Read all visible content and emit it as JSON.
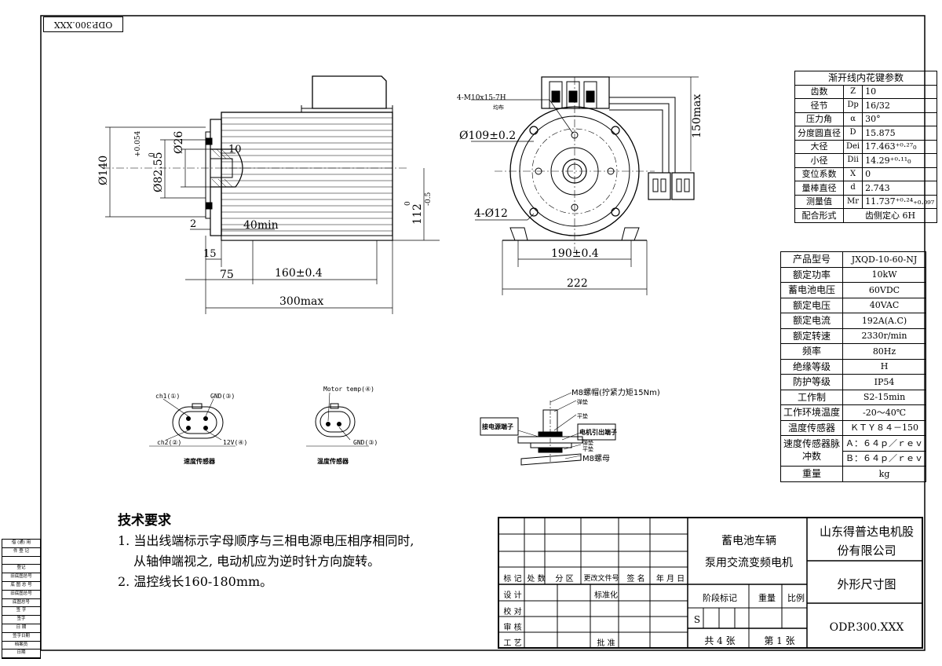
{
  "drawing_code_rotated": "ODP.300.XXX",
  "dims": {
    "d140": "Ø140",
    "d26": "Ø26",
    "d82": "Ø82.55",
    "d82_tol_upper": "+0.054",
    "d82_tol_lower": "0",
    "ten": "10",
    "forty": "40min",
    "two": "2",
    "fifteen": "15",
    "seventy_five": "75",
    "one_sixty": "160±0.4",
    "three_hundred": "300max",
    "one_twelve": "112",
    "one_twelve_tol_upper": "0",
    "one_twelve_tol_lower": "-0.5",
    "bolts": "4-M10x15-7H",
    "bolts_sub": "均布",
    "d109": "Ø109±0.2",
    "holes": "4-Ø12",
    "one_ninety": "190±0.4",
    "two_twenty_two": "222",
    "one_fifty": "150max"
  },
  "connectors": {
    "left": {
      "ch1": "ch1(①)",
      "gnd": "GND(③)",
      "ch2": "ch2(②)",
      "v12": "12V(④)",
      "caption": "速度传感器"
    },
    "right": {
      "motor_temp": "Motor temp(④)",
      "gnd": "GND(③)",
      "caption": "温度传感器"
    }
  },
  "terminal": {
    "nut": "M8螺帽(拧紧力矩15Nm)",
    "spring_washer_top": "弹垫",
    "flat_washer_top": "平垫",
    "power_terminal": "接电源端子",
    "motor_lead_terminal": "电机引出端子",
    "spring_washer_bottom": "弹垫",
    "flat_washer_bottom": "平垫",
    "bolt": "M8螺母"
  },
  "spline_table": {
    "title": "渐开线内花键参数",
    "rows": [
      [
        "齿数",
        "Z",
        "10"
      ],
      [
        "径节",
        "Dp",
        "16/32"
      ],
      [
        "压力角",
        "α",
        "30°"
      ],
      [
        "分度圆直径",
        "D",
        "15.875"
      ],
      [
        "大径",
        "Dei",
        "17.463⁺⁰·²⁷₀"
      ],
      [
        "小径",
        "Dii",
        "14.29⁺⁰·¹¹₀"
      ],
      [
        "变位系数",
        "X",
        "0"
      ],
      [
        "量棒直径",
        "d",
        "2.743"
      ],
      [
        "测量值",
        "Mr",
        "11.737⁺⁰·²⁴₊₀.₀₉₇"
      ]
    ],
    "fit_label": "配合形式",
    "fit_value": "齿侧定心 6H"
  },
  "rating_table": {
    "rows": [
      [
        "产品型号",
        "JXQD-10-60-NJ"
      ],
      [
        "额定功率",
        "10kW"
      ],
      [
        "蓄电池电压",
        "60VDC"
      ],
      [
        "额定电压",
        "40VAC"
      ],
      [
        "额定电流",
        "192A(A.C)"
      ],
      [
        "额定转速",
        "2330r/min"
      ],
      [
        "频率",
        "80Hz"
      ],
      [
        "绝缘等级",
        "H"
      ],
      [
        "防护等级",
        "IP54"
      ],
      [
        "工作制",
        "S2-15min"
      ],
      [
        "工作环境温度",
        "-20～40℃"
      ],
      [
        "温度传感器",
        "ＫＴＹ８４－150"
      ]
    ],
    "encoder_label": "速度传感器脉冲数",
    "encoder_a": "Ａ：６４ｐ／ｒｅｖ",
    "encoder_b": "Ｂ：６４ｐ／ｒｅｖ",
    "weight_label": "重量",
    "weight_value": "kg"
  },
  "notes": {
    "title": "技术要求",
    "item1a": "1. 当出线端标示字母顺序与三相电源电压相序相同时,",
    "item1b": "从轴伸端视之, 电动机应为逆时针方向旋转。",
    "item2": "2. 温控线长160-180mm。"
  },
  "title_block": {
    "product_name_1": "蓄电池车辆",
    "product_name_2": "泵用交流变频电机",
    "company_1": "山东得普达电机股",
    "company_2": "份有限公司",
    "drawing_title": "外形尺寸图",
    "drawing_number": "ODP.300.XXX",
    "rev_headers": [
      "标 记",
      "处 数",
      "分 区",
      "更改文件号",
      "签 名",
      "年 月 日"
    ],
    "design": "设 计",
    "standard": "标准化",
    "check": "校 对",
    "review": "审 核",
    "process": "工 艺",
    "approve": "批 准",
    "stage_mark": "阶段标记",
    "weight": "重量",
    "scale": "比例",
    "stage_s": "S",
    "total_sheets": "共 4 张",
    "sheet_no": "第 1 张"
  },
  "left_strip": [
    "借 (通) 用",
    "件 登 记",
    "",
    "登记",
    "旧底图总号",
    "底 图 总 号",
    "旧底图总号",
    "底图总号",
    "签 字",
    "签字",
    "日 期",
    "签字日期",
    "档案员",
    "日期"
  ]
}
